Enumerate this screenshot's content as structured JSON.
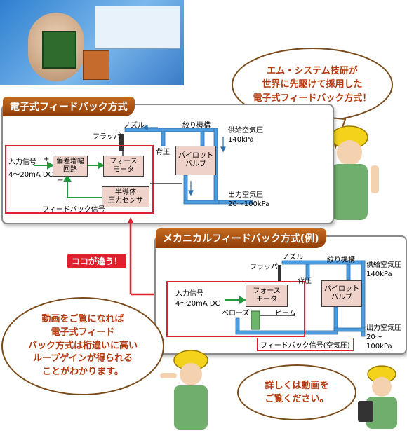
{
  "callout_top": "エム・システム技研が\n世界に先駆けて採用した\n電子式フィードバック方式！",
  "panel1": {
    "title": "電子式フィードバック方式",
    "nozzle": "ノズル",
    "flapper": "フラッパ",
    "throttle": "絞り機構",
    "back_pressure": "背圧",
    "supply": "供給空気圧\n140kPa",
    "output": "出力空気圧\n20～100kPa",
    "input_signal": "入力信号",
    "input_range": "4～20mA DC",
    "plus": "+",
    "minus": "−",
    "amp": "偏差増幅\n回路",
    "force_motor": "フォース\nモータ",
    "pilot_valve": "パイロット\nバルブ",
    "sensor": "半導体\n圧力センサ",
    "feedback": "フィードバック信号"
  },
  "difference_label": "ココが違う！",
  "panel2": {
    "title": "メカニカルフィードバック方式(例)",
    "nozzle": "ノズル",
    "flapper": "フラッパ",
    "throttle": "絞り機構",
    "back_pressure": "背圧",
    "supply": "供給空気圧\n140kPa",
    "output": "出力空気圧\n20～100kPa",
    "input_signal": "入力信号",
    "input_range": "4～20mA DC",
    "force_motor": "フォース\nモータ",
    "pilot_valve": "パイロット\nバルブ",
    "bellows": "ベローズ",
    "beam": "ビーム",
    "feedback": "フィードバック信号(空気圧)"
  },
  "callout_left": "動画をご覧になれば\n電子式フィード\nバック方式は桁違いに高い\nループゲインが得られる\nことがわかります。",
  "callout_right": "詳しくは動画を\nご覧ください。",
  "colors": {
    "accent": "#c56a1f",
    "red": "#e0202e",
    "green": "#1f9a3c",
    "pipe": "#3d8fd6",
    "box": "#efd2ca"
  }
}
